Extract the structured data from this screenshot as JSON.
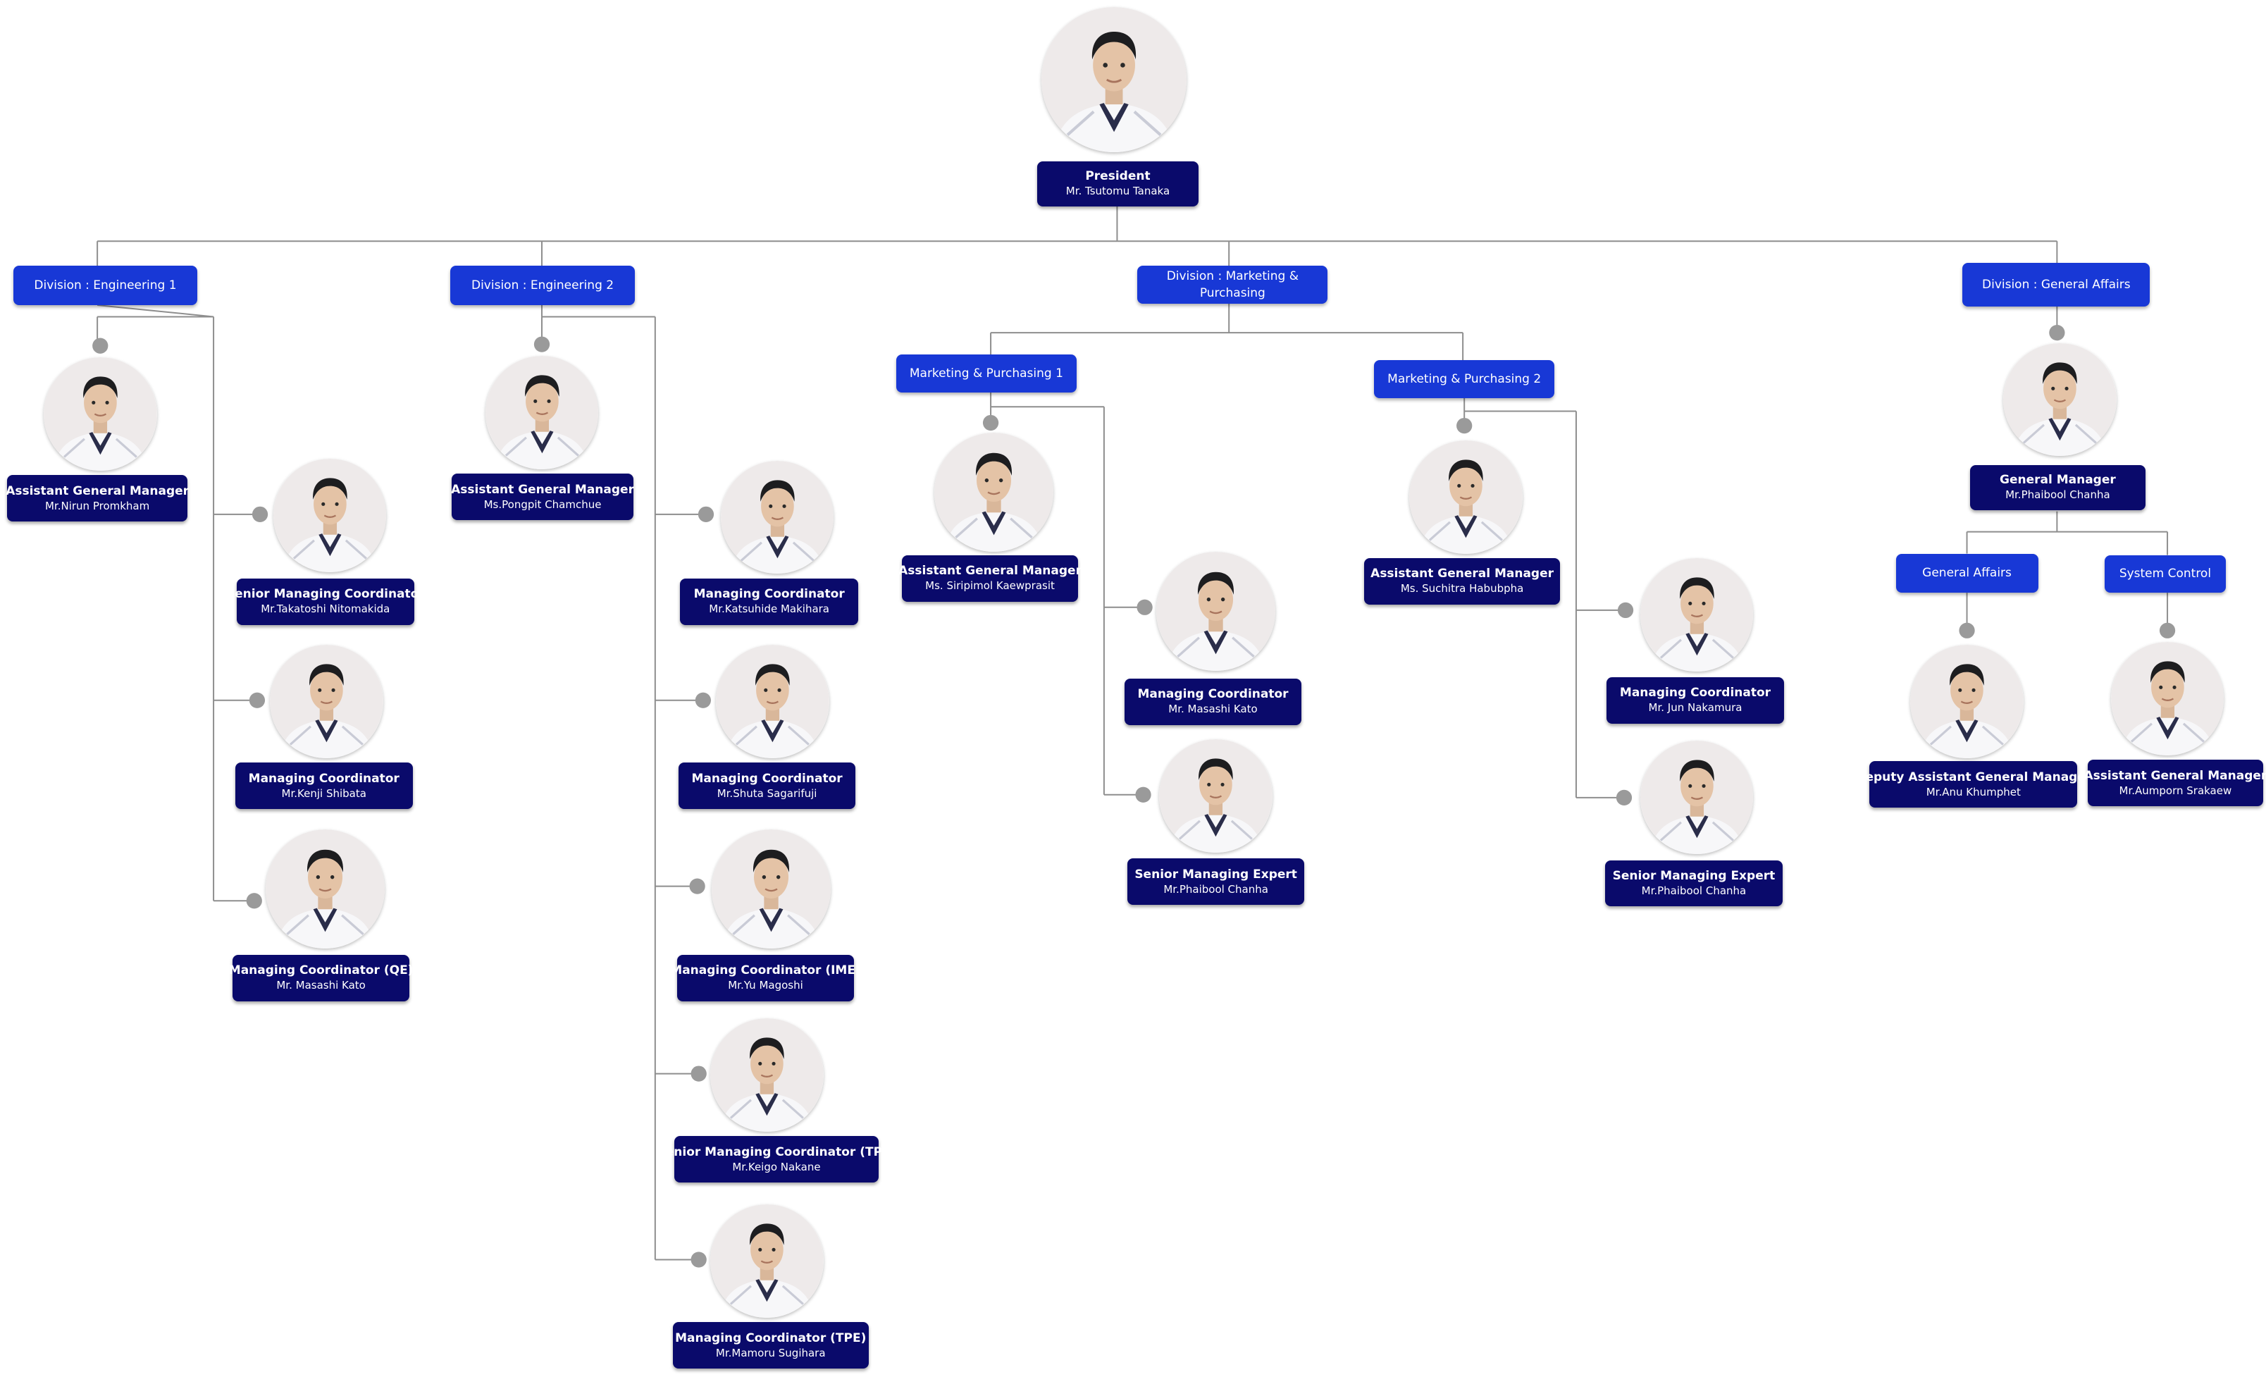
{
  "colors": {
    "plate": "#0a0a6b",
    "division": "#1838d6",
    "line": "#8e8e8e",
    "dot": "#9a9a9a"
  },
  "president": {
    "title": "President",
    "name": "Mr. Tsutomu Tanaka"
  },
  "divisions": {
    "eng1": "Division : Engineering 1",
    "eng2": "Division : Engineering 2",
    "mkt": "Division : Marketing & Purchasing",
    "ga": "Division : General Affairs",
    "mkt1": "Marketing & Purchasing 1",
    "mkt2": "Marketing & Purchasing 2",
    "ga_sub": "General Affairs",
    "sys": "System Control"
  },
  "people": {
    "e1_agm": {
      "title": "Assistant General Manager",
      "name": "Mr.Nirun Promkham"
    },
    "e1_smc": {
      "title": "Senior Managing Coordinator",
      "name": "Mr.Takatoshi Nitomakida"
    },
    "e1_mc": {
      "title": "Managing Coordinator",
      "name": "Mr.Kenji Shibata"
    },
    "e1_qe": {
      "title": "Managing Coordinator (QE)",
      "name": "Mr. Masashi Kato"
    },
    "e2_agm": {
      "title": "Assistant General Manager",
      "name": "Ms.Pongpit Chamchue"
    },
    "e2_mc1": {
      "title": "Managing Coordinator",
      "name": "Mr.Katsuhide Makihara"
    },
    "e2_mc2": {
      "title": "Managing Coordinator",
      "name": "Mr.Shuta Sagarifuji"
    },
    "e2_ime": {
      "title": "Managing Coordinator (IME)",
      "name": "Mr.Yu Magoshi"
    },
    "e2_smc": {
      "title": "Senior Managing Coordinator (TPE)",
      "name": "Mr.Keigo Nakane"
    },
    "e2_tpe": {
      "title": "Managing Coordinator (TPE)",
      "name": "Mr.Mamoru Sugihara"
    },
    "m1_agm": {
      "title": "Assistant General Manager",
      "name": "Ms. Siripimol Kaewprasit"
    },
    "m1_mc": {
      "title": "Managing Coordinator",
      "name": "Mr. Masashi Kato"
    },
    "m1_sme": {
      "title": "Senior Managing Expert",
      "name": "Mr.Phaibool Chanha"
    },
    "m2_agm": {
      "title": "Assistant General Manager",
      "name": "Ms. Suchitra Habubpha"
    },
    "m2_mc": {
      "title": "Managing Coordinator",
      "name": "Mr. Jun Nakamura"
    },
    "m2_sme": {
      "title": "Senior Managing Expert",
      "name": "Mr.Phaibool Chanha"
    },
    "ga_gm": {
      "title": "General Manager",
      "name": "Mr.Phaibool Chanha"
    },
    "ga_dagm": {
      "title": "Deputy Assistant General Manager",
      "name": "Mr.Anu Khumphet"
    },
    "sys_agm": {
      "title": "Assistant General Manager",
      "name": "Mr.Aumporn Srakaew"
    }
  }
}
